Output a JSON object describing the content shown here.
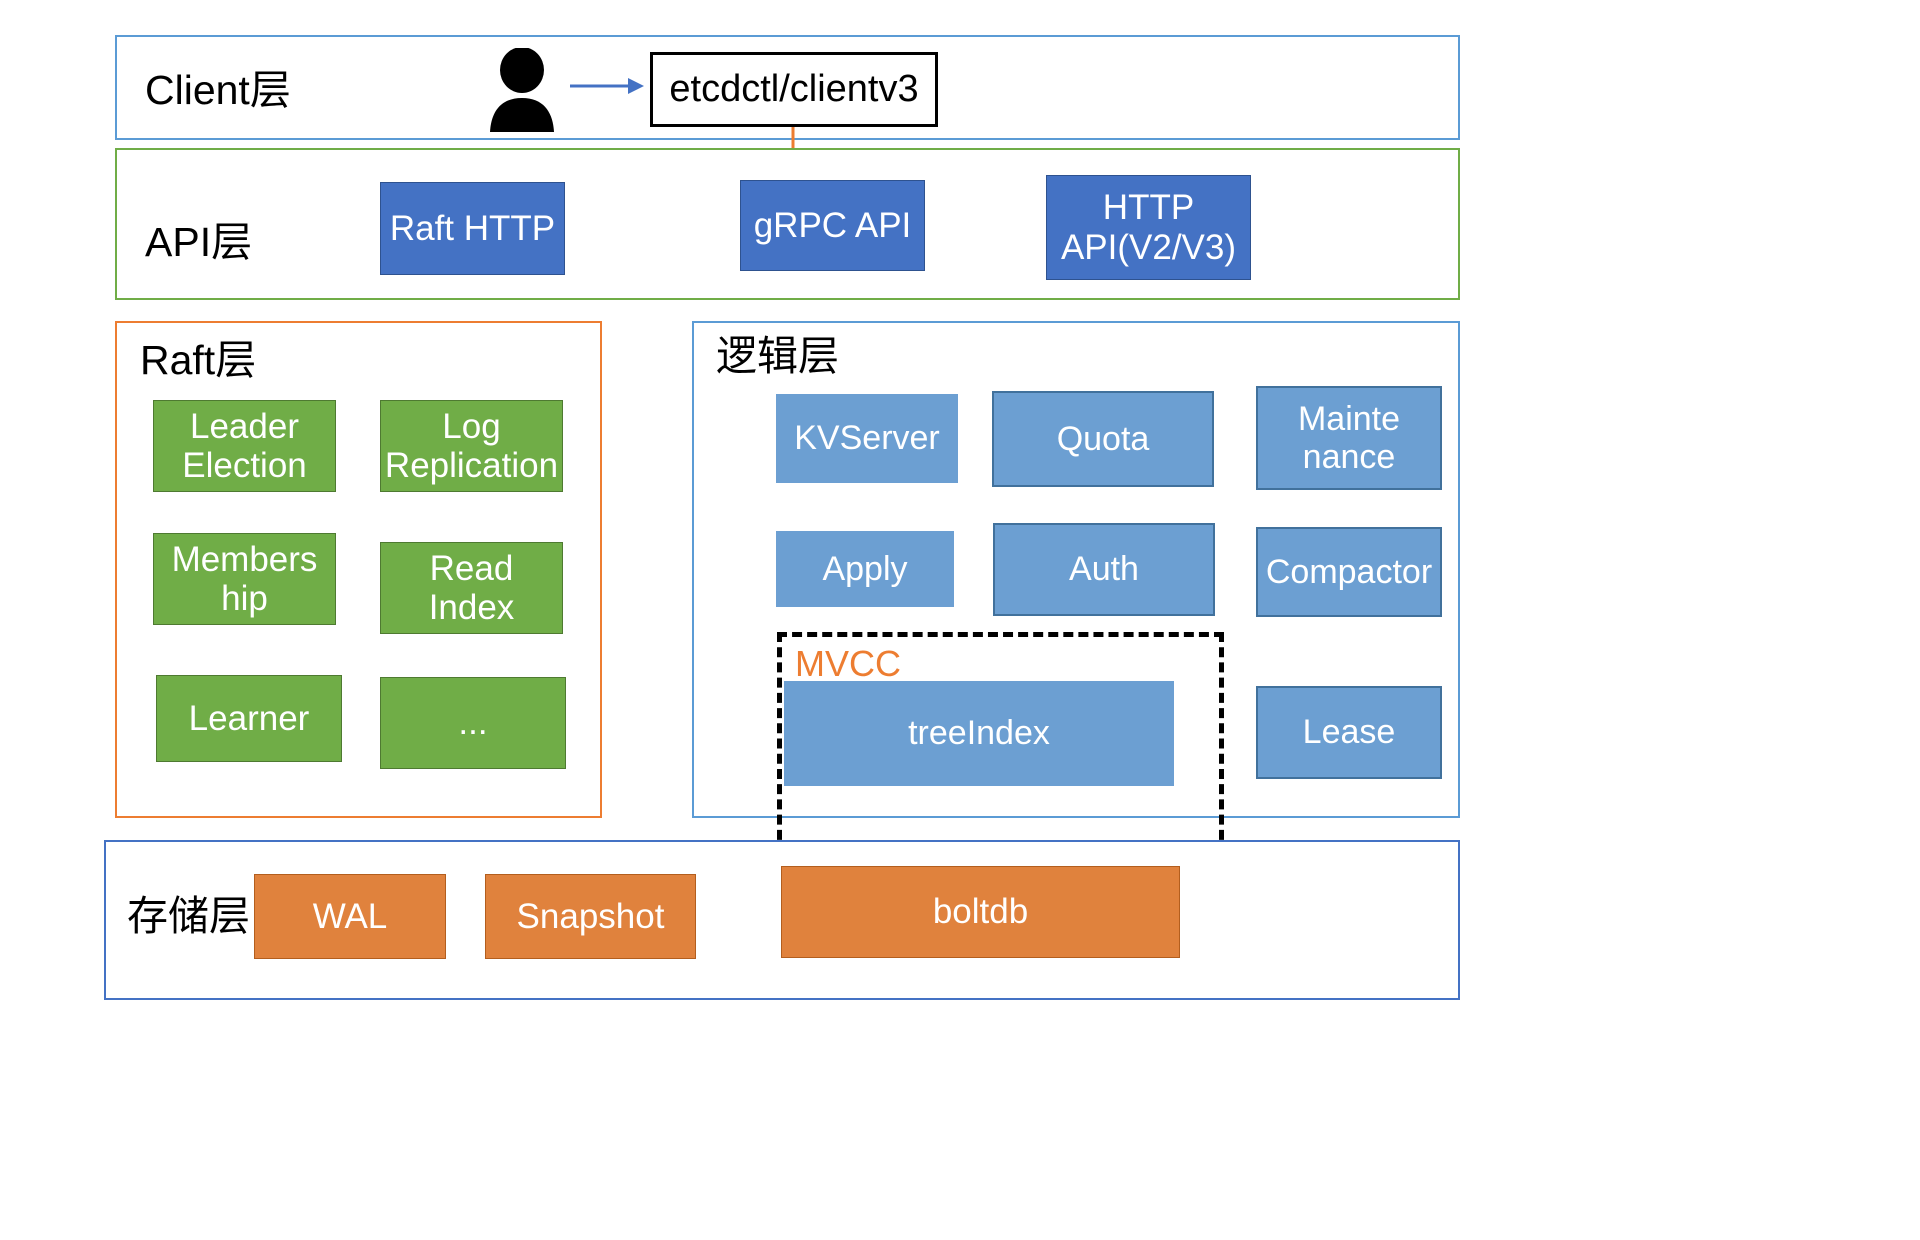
{
  "diagram": {
    "title": "etcd architecture layers",
    "colors": {
      "client_border": "#5B9BD5",
      "api_border": "#70AD47",
      "raft_border": "#ED7D31",
      "logic_border": "#5B9BD5",
      "storage_border": "#4472C4",
      "dark_blue_box": "#4472C4",
      "green_box": "#70AD47",
      "light_blue_box": "#6C9FD2",
      "orange_box": "#E0823D",
      "mvcc_label": "#ED7D31",
      "blue_arrow": "#4472C4",
      "orange_arrow": "#ED7D31"
    }
  },
  "client_layer": {
    "title": "Client层",
    "person_icon": "person-icon",
    "arrow_icon": "right-arrow-icon",
    "client_box": "etcdctl/clientv3",
    "down_arrow_icon": "down-arrow-icon"
  },
  "api_layer": {
    "title": "API层",
    "boxes": [
      {
        "label": "Raft HTTP"
      },
      {
        "label": "gRPC API"
      },
      {
        "label": "HTTP\nAPI(V2/V3)"
      }
    ]
  },
  "raft_layer": {
    "title": "Raft层",
    "boxes": [
      {
        "label": "Leader\nElection"
      },
      {
        "label": "Log\nReplication"
      },
      {
        "label": "Members\nhip"
      },
      {
        "label": "Read\nIndex"
      },
      {
        "label": "Learner"
      },
      {
        "label": "..."
      }
    ]
  },
  "logic_layer": {
    "title": "逻辑层",
    "boxes": [
      {
        "label": "KVServer"
      },
      {
        "label": "Quota"
      },
      {
        "label": "Mainte\nnance"
      },
      {
        "label": "Apply"
      },
      {
        "label": "Auth"
      },
      {
        "label": "Compactor"
      },
      {
        "label": "treeIndex"
      },
      {
        "label": "Lease"
      }
    ]
  },
  "mvcc": {
    "label": "MVCC"
  },
  "storage_layer": {
    "title": "存储层",
    "boxes": [
      {
        "label": "WAL"
      },
      {
        "label": "Snapshot"
      },
      {
        "label": "boltdb"
      }
    ]
  }
}
